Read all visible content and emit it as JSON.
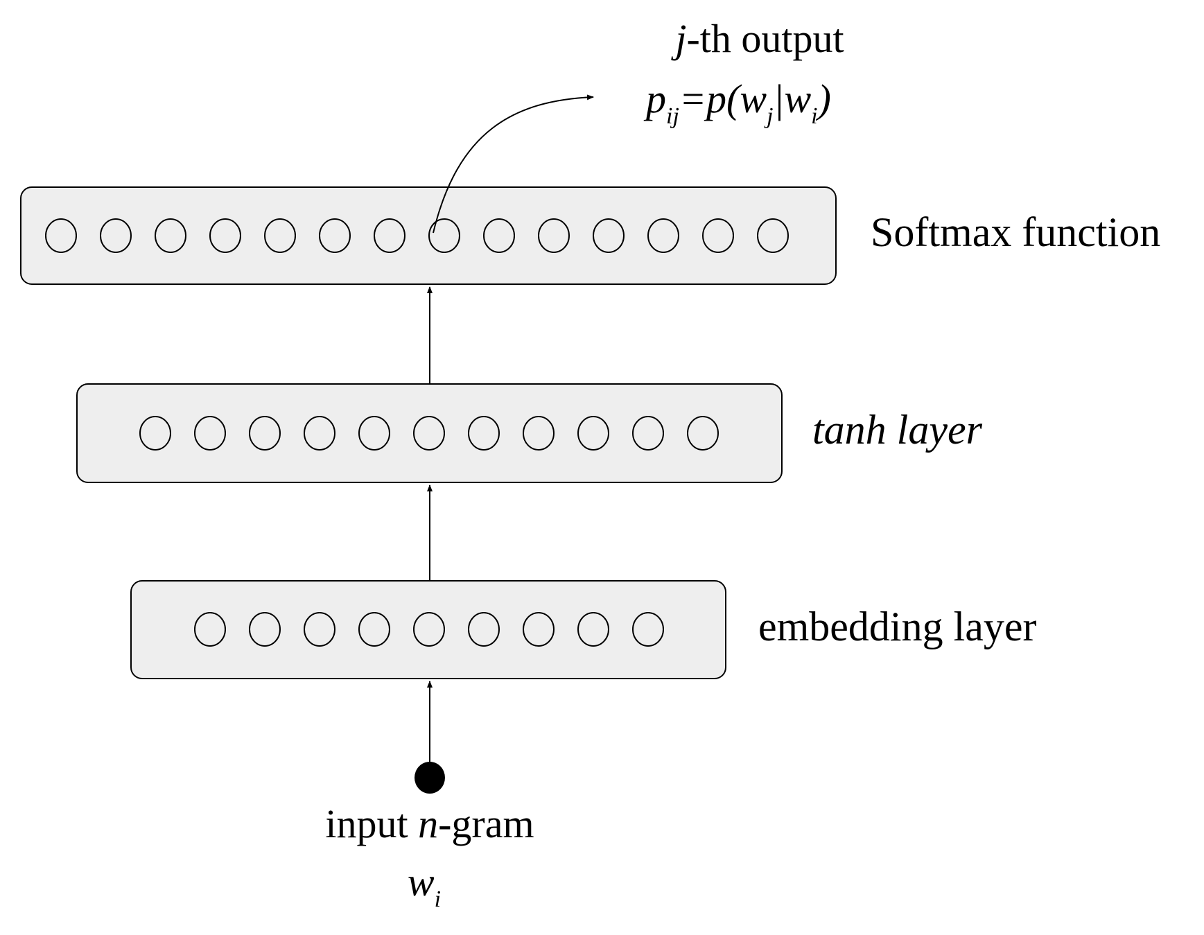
{
  "layers": [
    {
      "id": "softmax",
      "label": "Softmax function",
      "italic": false,
      "neurons": 14
    },
    {
      "id": "tanh",
      "label": "tanh layer",
      "italic": true,
      "neurons": 11
    },
    {
      "id": "embedding",
      "label": "embedding layer",
      "italic": false,
      "neurons": 9
    }
  ],
  "input": {
    "line1_pre": "input ",
    "line1_var": "n",
    "line1_post": "-gram",
    "word_base": "w",
    "word_sub": "i"
  },
  "output": {
    "line1_var": "j",
    "line1_post": "-th output",
    "p": "p",
    "p_sub": "ij",
    "eq": "=",
    "p2": "p",
    "open": "(",
    "w": "w",
    "w_sub_j": "j",
    "bar": "|",
    "w2": "w",
    "w_sub_i": "i",
    "close": ")"
  },
  "colors": {
    "panel_fill": "#eeeeee",
    "stroke": "#000000",
    "background": "#ffffff"
  }
}
